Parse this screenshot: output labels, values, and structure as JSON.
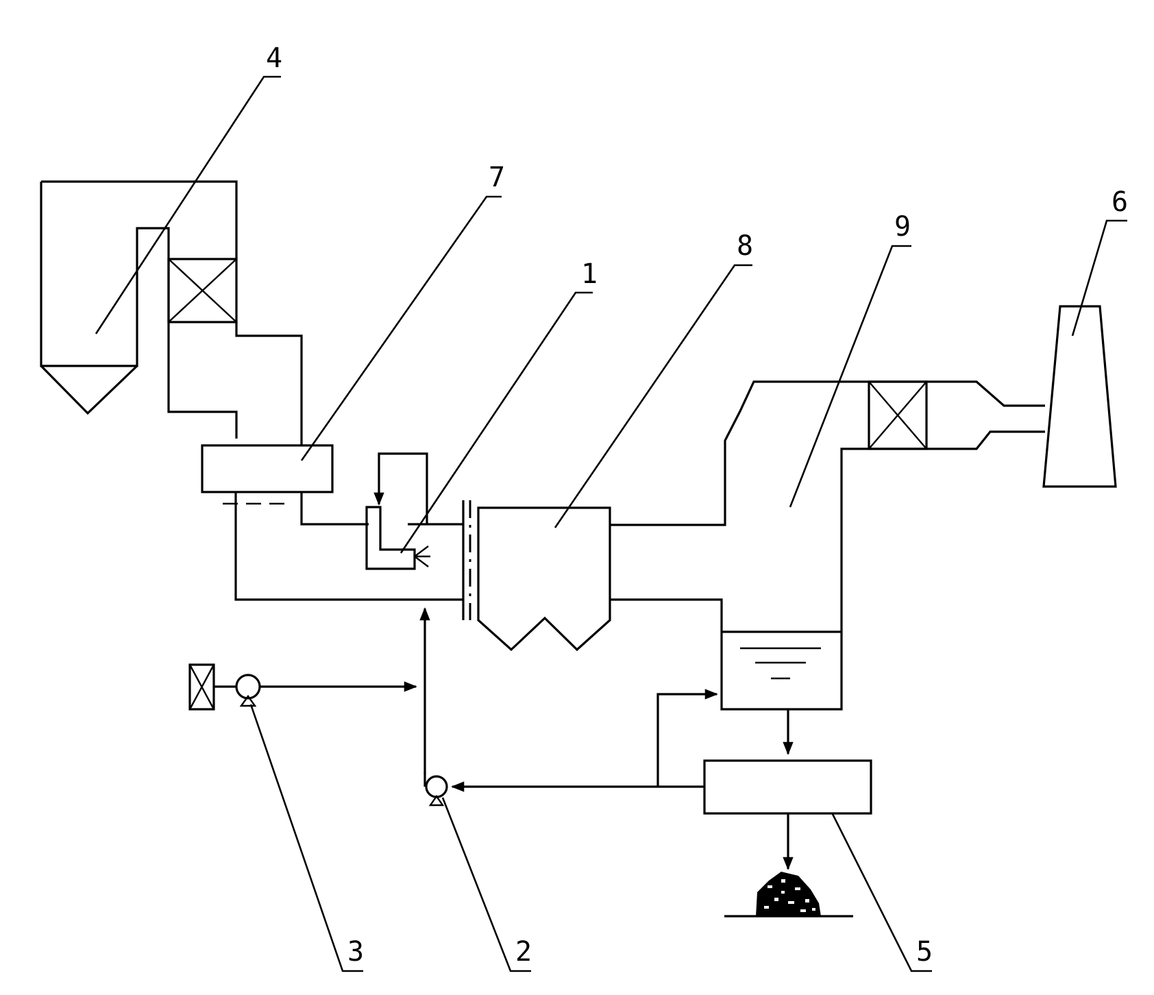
{
  "diagram": {
    "labels": {
      "boiler": "4",
      "preheater": "7",
      "spray_unit": "1",
      "precipitator": "8",
      "absorber": "9",
      "chimney": "6",
      "additive_pump": "3",
      "slurry_pump": "2",
      "separator": "5"
    }
  }
}
